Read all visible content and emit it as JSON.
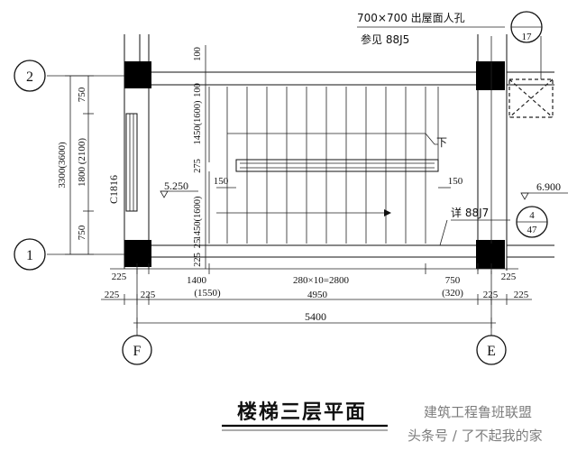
{
  "title": "楼梯三层平面",
  "watermark": {
    "line1": "建筑工程鲁班联盟",
    "line2": "头条号 / 了不起我的家"
  },
  "axes": {
    "a2": "2",
    "a1": "1",
    "aF": "F",
    "aE": "E"
  },
  "notes": {
    "manhole": "700×700 出屋面人孔",
    "manhole_ref": "参见 88J5",
    "manhole_detail": "17",
    "railing_ref": "详 88J7",
    "railing_detail_top": "4",
    "railing_detail_bottom": "47",
    "down": "下",
    "window": "C1816"
  },
  "elevations": {
    "left": "5.250",
    "right": "6.900"
  },
  "dims": {
    "total_height": "3300(3600)",
    "left_750_top": "750",
    "left_1800": "1800 (2100)",
    "left_750_bottom": "750",
    "v_100_a": "100",
    "v_100_b": "100",
    "v_1450_top": "1450(1600)",
    "v_275": "275",
    "v_1450_bottom": "1450(1600)",
    "v_225": "225",
    "v_25": "25",
    "w150_left": "150",
    "w150_right": "150",
    "b_225_left": "225",
    "b_1400": "1400",
    "b_1550": "(1550)",
    "b_2800": "280×10=2800",
    "b_750": "750",
    "b_320": "(320)",
    "b_225_right": "225",
    "c_225_a": "225",
    "c_225_b": "225",
    "c_4950": "4950",
    "c_225_c": "225",
    "c_225_d": "225",
    "total_5400": "5400"
  }
}
